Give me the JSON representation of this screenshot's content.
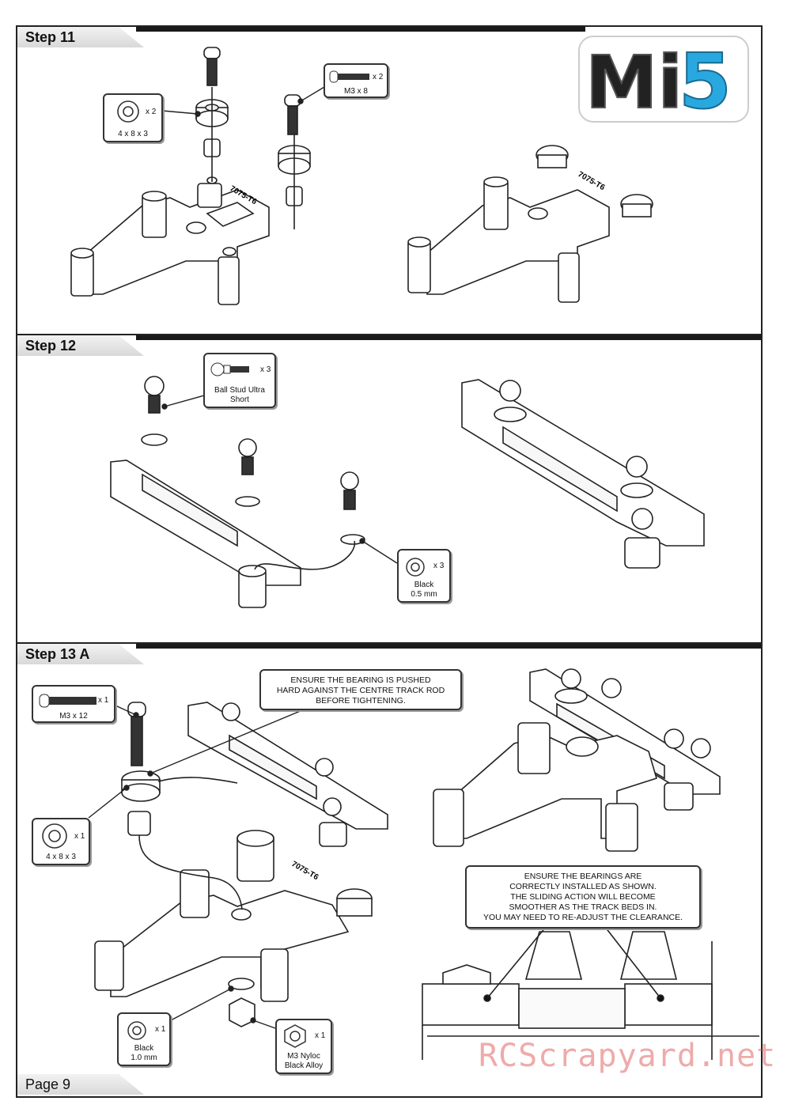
{
  "logo": {
    "text_left": "Mi",
    "text_right": "5"
  },
  "step11": {
    "title": "Step 11",
    "bearing": {
      "qty": "x 2",
      "size": "4 x 8 x 3"
    },
    "screw": {
      "qty": "x 2",
      "size": "M3 x 8"
    },
    "part_code": "7075-T6"
  },
  "step12": {
    "title": "Step 12",
    "ballstud": {
      "qty": "x 3",
      "name": "Ball Stud Ultra\nShort"
    },
    "washer": {
      "qty": "x 3",
      "name": "Black\n0.5 mm"
    }
  },
  "step13": {
    "title": "Step 13 A",
    "screw": {
      "qty": "x 1",
      "size": "M3 x 12"
    },
    "bearing": {
      "qty": "x 1",
      "size": "4 x 8 x 3"
    },
    "washer": {
      "qty": "x 1",
      "name": "Black\n1.0 mm"
    },
    "nut": {
      "qty": "x 1",
      "name": "M3 Nyloc\nBlack Alloy"
    },
    "note1": "ENSURE THE BEARING IS PUSHED\nHARD AGAINST THE CENTRE TRACK ROD\nBEFORE TIGHTENING.",
    "note2": "ENSURE THE BEARINGS ARE\nCORRECTLY INSTALLED AS SHOWN.\nTHE SLIDING ACTION WILL BECOME\nSMOOTHER AS THE TRACK BEDS IN.\nYOU MAY NEED TO RE-ADJUST THE CLEARANCE.",
    "part_code": "7075-T6"
  },
  "footer": {
    "page": "Page 9"
  },
  "watermark": "RCScrapyard.net"
}
